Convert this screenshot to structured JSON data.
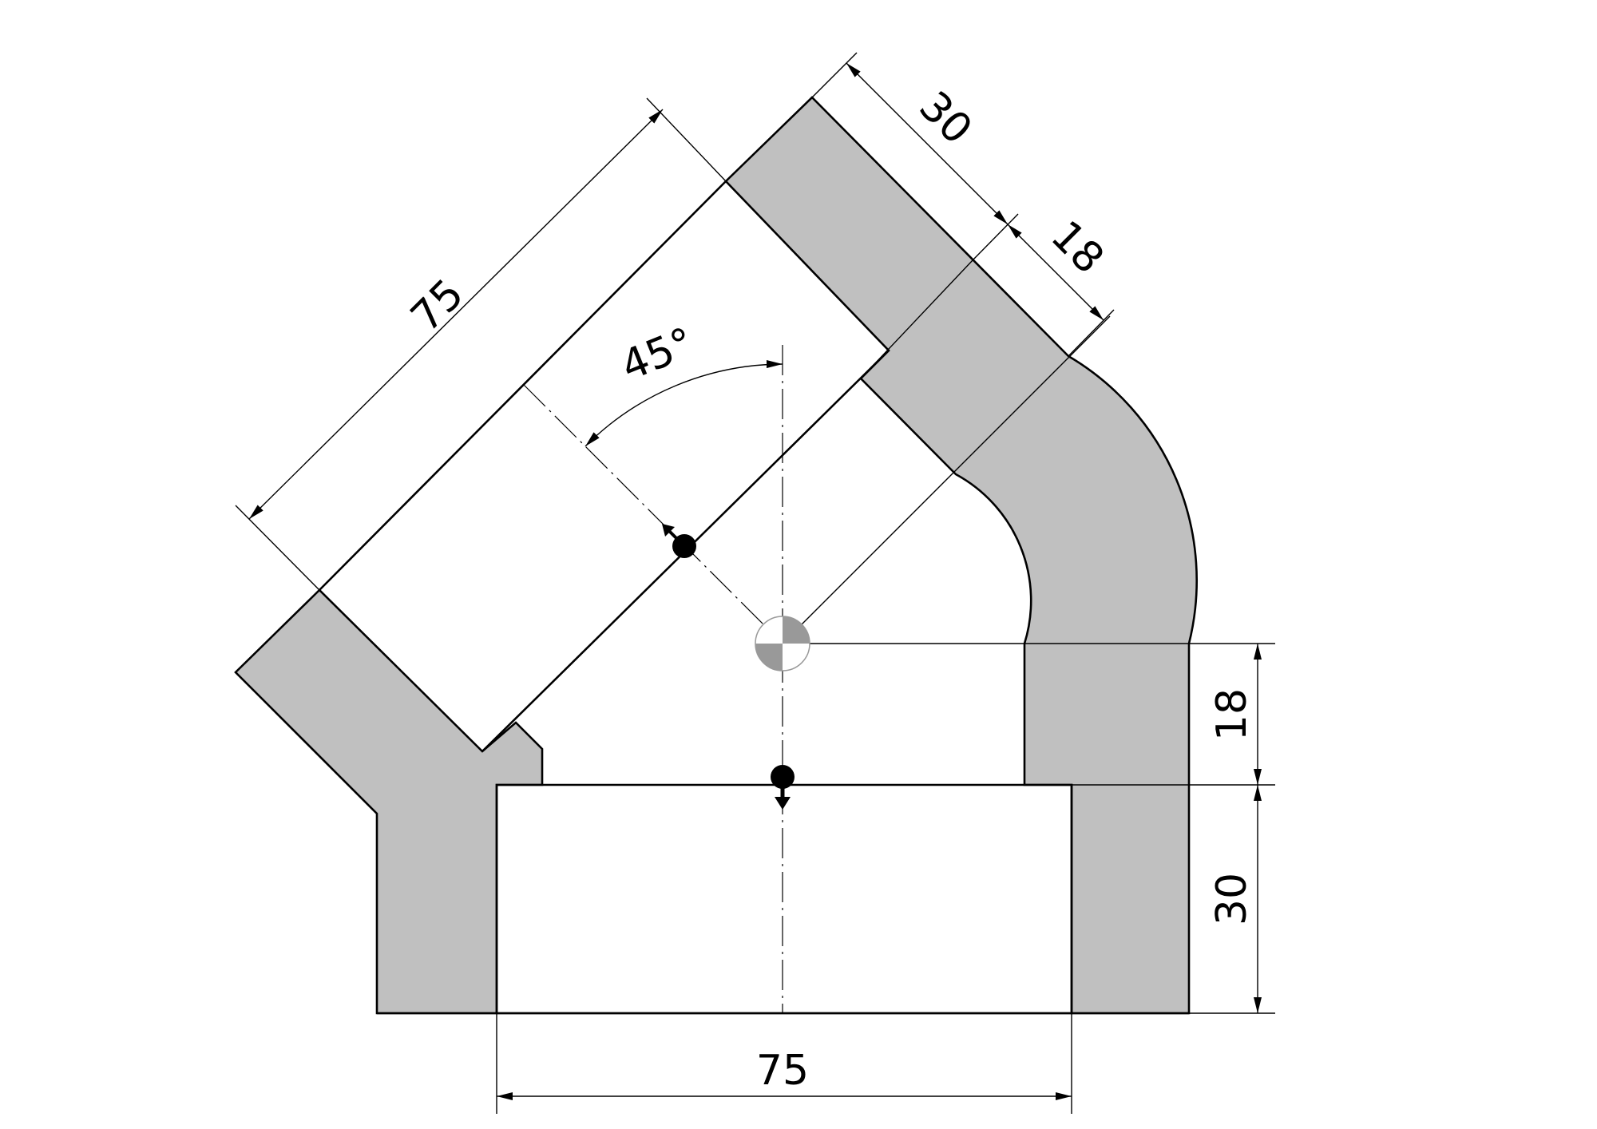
{
  "drawing": {
    "part_color": "#c0c0c0",
    "line_color": "#000000",
    "dimensions": {
      "bottom_width": "75",
      "oblique_width": "75",
      "angle": "45°",
      "top_wall": "30",
      "top_depth": "18",
      "right_depth": "18",
      "right_wall": "30"
    }
  }
}
